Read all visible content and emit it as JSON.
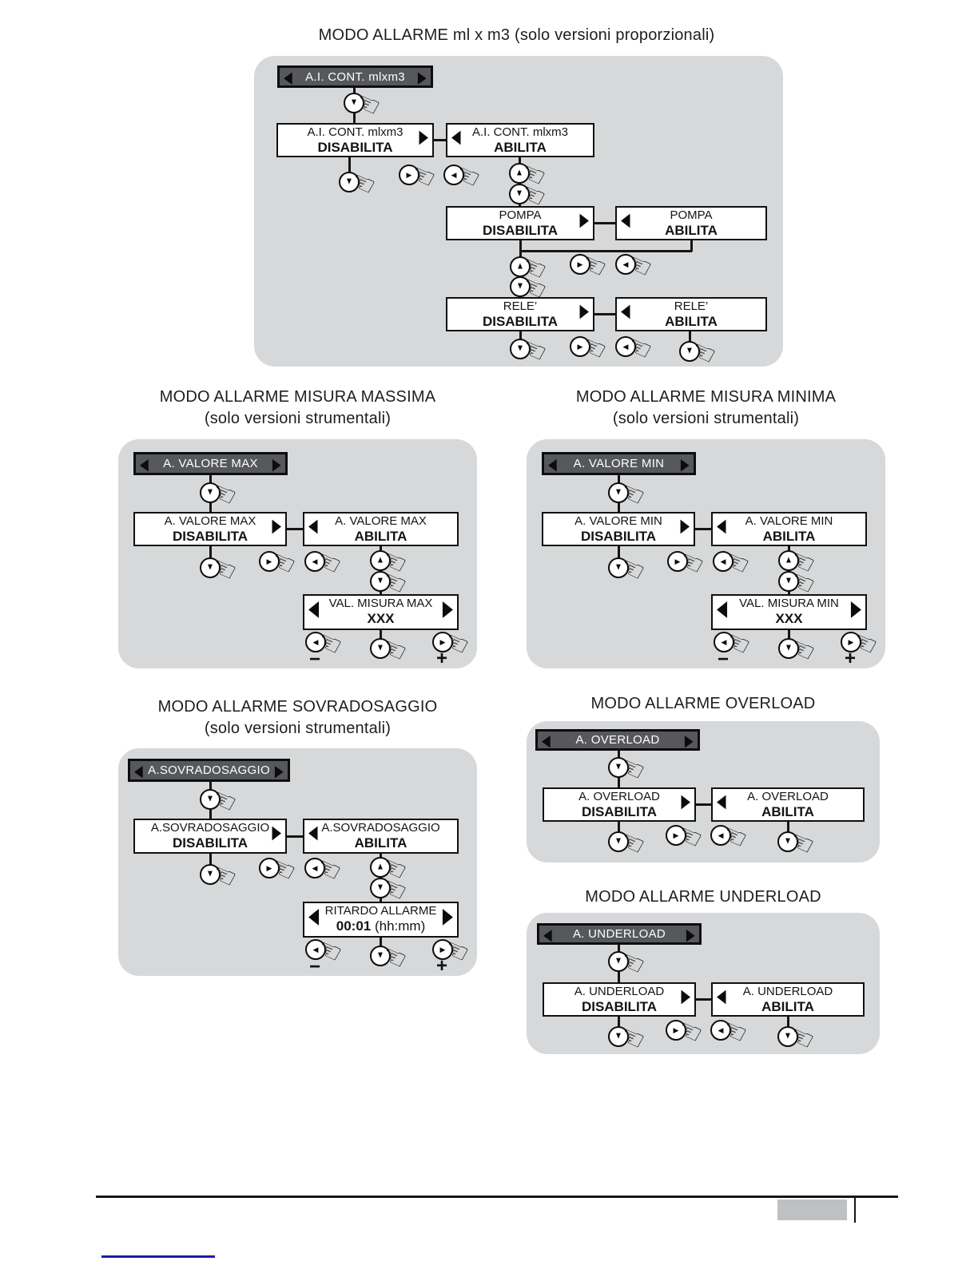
{
  "icons": {
    "up": "▲",
    "down": "▼",
    "left": "◀",
    "right": "▶",
    "hand": "☜"
  },
  "signs": {
    "minus": "−",
    "plus": "+"
  },
  "colors": {
    "panel_gray": "#d7d8d9",
    "header_gray": "#56585c",
    "line_black": "#151515",
    "footer_box_gray": "#bfc0c2",
    "link_blue": "#1c1ba8"
  },
  "panels": {
    "mlxm3": {
      "title": "MODO ALLARME  ml x m3 (solo versioni proporzionali)",
      "header": "A.I. CONT. mlxm3",
      "box_disabilita": {
        "l1": "A.I. CONT. mlxm3",
        "l2": "DISABILITA"
      },
      "box_abilita": {
        "l1": "A.I. CONT. mlxm3",
        "l2": "ABILITA"
      },
      "box_pompa_dis": {
        "l1": "POMPA",
        "l2": "DISABILITA"
      },
      "box_pompa_ab": {
        "l1": "POMPA",
        "l2": "ABILITA"
      },
      "box_rele_dis": {
        "l1": "RELE’",
        "l2": "DISABILITA"
      },
      "box_rele_ab": {
        "l1": "RELE’",
        "l2": "ABILITA"
      }
    },
    "misura_massima": {
      "title": "MODO ALLARME MISURA MASSIMA",
      "subtitle": "(solo versioni strumentali)",
      "header": "A. VALORE MAX",
      "box_disabilita": {
        "l1": "A. VALORE MAX",
        "l2": "DISABILITA"
      },
      "box_abilita": {
        "l1": "A. VALORE MAX",
        "l2": "ABILITA"
      },
      "box_value": {
        "l1": "VAL. MISURA MAX",
        "l2": "XXX"
      }
    },
    "misura_minima": {
      "title": "MODO ALLARME MISURA MINIMA",
      "subtitle": "(solo versioni strumentali)",
      "header": "A. VALORE MIN",
      "box_disabilita": {
        "l1": "A. VALORE MIN",
        "l2": "DISABILITA"
      },
      "box_abilita": {
        "l1": "A. VALORE MIN",
        "l2": "ABILITA"
      },
      "box_value": {
        "l1": "VAL. MISURA MIN",
        "l2": "XXX"
      }
    },
    "sovradosaggio": {
      "title": "MODO ALLARME SOVRADOSAGGIO",
      "subtitle": "(solo versioni strumentali)",
      "header": "A.SOVRADOSAGGIO",
      "box_disabilita": {
        "l1": "A.SOVRADOSAGGIO",
        "l2": "DISABILITA"
      },
      "box_abilita": {
        "l1": "A.SOVRADOSAGGIO",
        "l2": "ABILITA"
      },
      "box_value": {
        "l1": "RITARDO ALLARME",
        "l2_bold": "00:01",
        "l2_rest": "(hh:mm)"
      }
    },
    "overload": {
      "title": "MODO ALLARME OVERLOAD",
      "header": "A. OVERLOAD",
      "box_disabilita": {
        "l1": "A. OVERLOAD",
        "l2": "DISABILITA"
      },
      "box_abilita": {
        "l1": "A. OVERLOAD",
        "l2": "ABILITA"
      }
    },
    "underload": {
      "title": "MODO ALLARME UNDERLOAD",
      "header": "A. UNDERLOAD",
      "box_disabilita": {
        "l1": "A. UNDERLOAD",
        "l2": "DISABILITA"
      },
      "box_abilita": {
        "l1": "A. UNDERLOAD",
        "l2": "ABILITA"
      }
    }
  }
}
